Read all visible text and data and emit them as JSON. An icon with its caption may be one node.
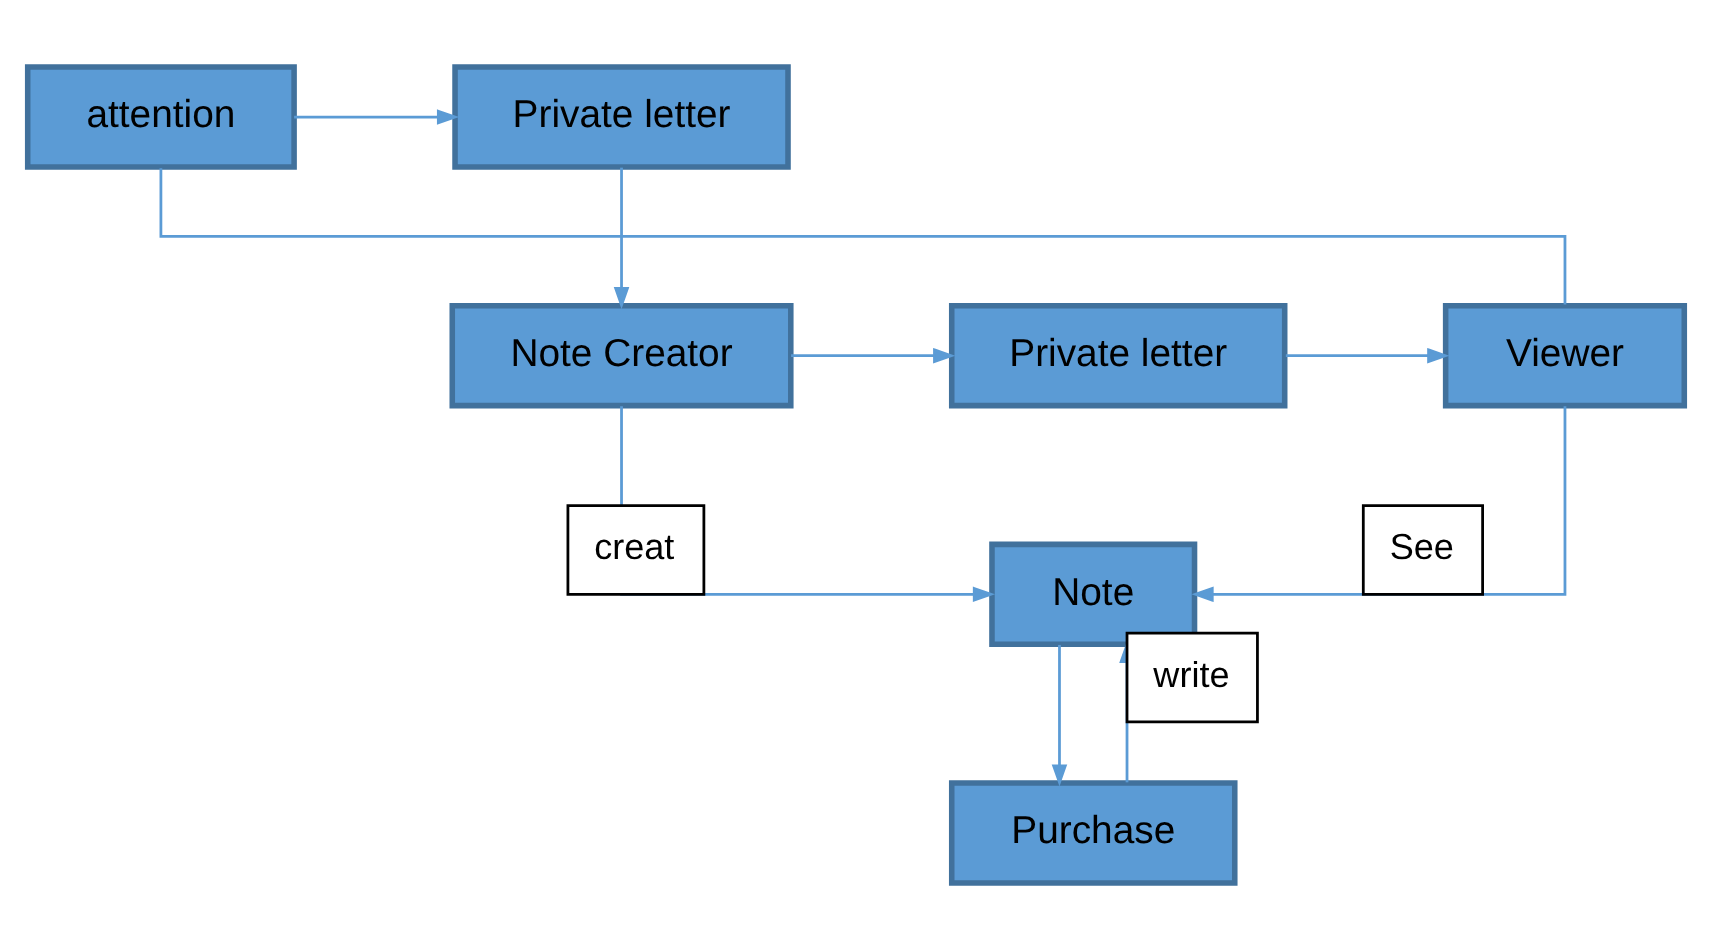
{
  "diagram": {
    "nodes": [
      {
        "text": [
          "Viewer"
        ]
      },
      {
        "text": [
          "attention"
        ]
      },
      {
        "text": [
          "Private letter"
        ]
      },
      {
        "text": [
          "Note Creator"
        ]
      },
      {
        "text": [
          "Private letter"
        ]
      },
      {
        "text": [
          "Note"
        ]
      },
      {
        "text": [
          "Purchase"
        ]
      }
    ],
    "edges": [
      {
        "from": 0,
        "to": 1,
        "arrow": "none"
      },
      {
        "from": 1,
        "to": 2,
        "arrow": "to"
      },
      {
        "from": 2,
        "to": 3,
        "arrow": "to"
      },
      {
        "from": 3,
        "to": 4,
        "arrow": "to"
      },
      {
        "from": 4,
        "to": 0,
        "arrow": "to"
      },
      {
        "from": 0,
        "to": 5,
        "arrow": "to",
        "label": "See"
      },
      {
        "from": 3,
        "to": 5,
        "arrow": "to",
        "label": "creat"
      },
      {
        "from": 6,
        "to": 5,
        "arrow": "to",
        "label": "write"
      },
      {
        "from": 5,
        "to": 6,
        "arrow": "to"
      }
    ]
  }
}
